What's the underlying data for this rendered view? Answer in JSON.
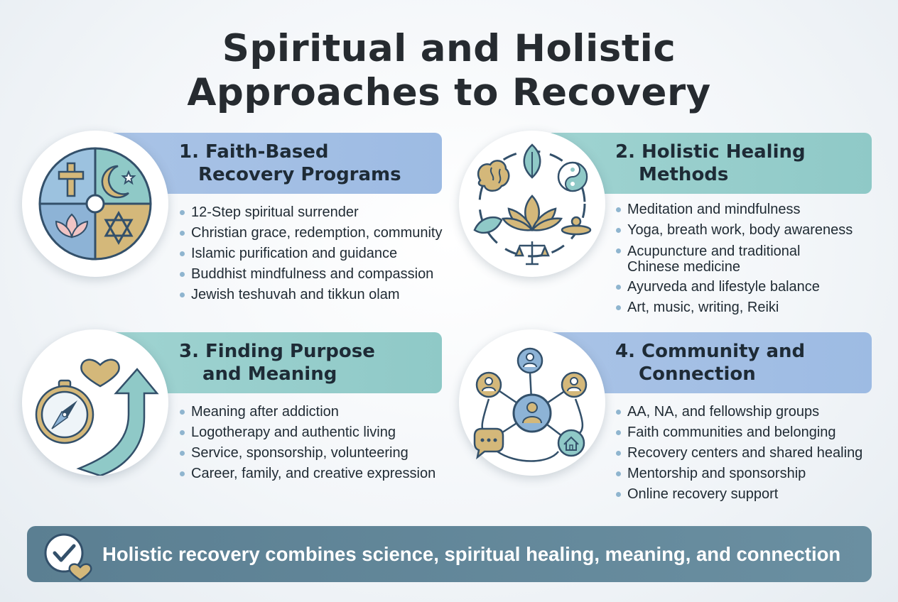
{
  "title": {
    "line1": "Spiritual and Holistic",
    "line2": "Approaches to Recovery"
  },
  "sections": [
    {
      "header_line1": "1. Faith-Based",
      "header_line2": "Recovery Programs",
      "icon": "faith-symbols-icon",
      "items": [
        "12-Step spiritual surrender",
        "Christian grace, redemption, community",
        "Islamic purification and guidance",
        "Buddhist mindfulness and compassion",
        "Jewish teshuvah and tikkun olam"
      ]
    },
    {
      "header_line1": "2. Holistic Healing",
      "header_line2": "Methods",
      "icon": "holistic-healing-icon",
      "items": [
        "Meditation and mindfulness",
        "Yoga, breath work, body awareness",
        "Acupuncture and traditional",
        "Chinese medicine",
        "Ayurveda and lifestyle balance",
        "Art, music, writing, Reiki"
      ]
    },
    {
      "header_line1": "3. Finding Purpose",
      "header_line2": "and Meaning",
      "icon": "compass-heart-icon",
      "items": [
        "Meaning after addiction",
        "Logotherapy and authentic living",
        "Service, sponsorship, volunteering",
        "Career, family, and creative expression"
      ]
    },
    {
      "header_line1": "4. Community and",
      "header_line2": "Connection",
      "icon": "community-network-icon",
      "items": [
        "AA, NA, and fellowship groups",
        "Faith communities and belonging",
        "Recovery centers and shared healing",
        "Mentorship and sponsorship",
        "Online recovery support"
      ]
    }
  ],
  "banner": {
    "text": "Holistic recovery combines science, spiritual healing, meaning, and connection",
    "icon": "check-heart-icon"
  },
  "colors": {
    "header_blue": "#a9c3e6",
    "header_teal": "#9fd3d1",
    "banner": "#5b7f92",
    "icon_gold": "#d4b87a",
    "icon_blue": "#8db3d6",
    "icon_teal": "#8fc9c7",
    "icon_stroke": "#33506a"
  }
}
